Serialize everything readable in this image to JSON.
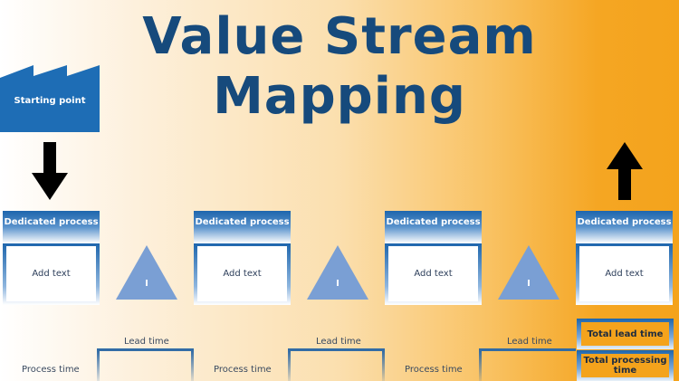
{
  "title": {
    "line1": "Value Stream",
    "line2": "Mapping"
  },
  "start": {
    "label": "Starting point"
  },
  "processes": [
    {
      "header": "Dedicated process",
      "body": "Add text"
    },
    {
      "header": "Dedicated process",
      "body": "Add text"
    },
    {
      "header": "Dedicated process",
      "body": "Add text"
    },
    {
      "header": "Dedicated process",
      "body": "Add text"
    }
  ],
  "inventory": [
    "I",
    "I",
    "I"
  ],
  "timeline": {
    "process_time": "Process time",
    "lead_time": "Lead time"
  },
  "totals": {
    "lead": "Total lead time",
    "processing": "Total processing time"
  },
  "colors": {
    "navy": "#164a7c",
    "blue": "#1e66ad",
    "triangle": "#7a9fd4",
    "orange": "#f4a31c"
  }
}
